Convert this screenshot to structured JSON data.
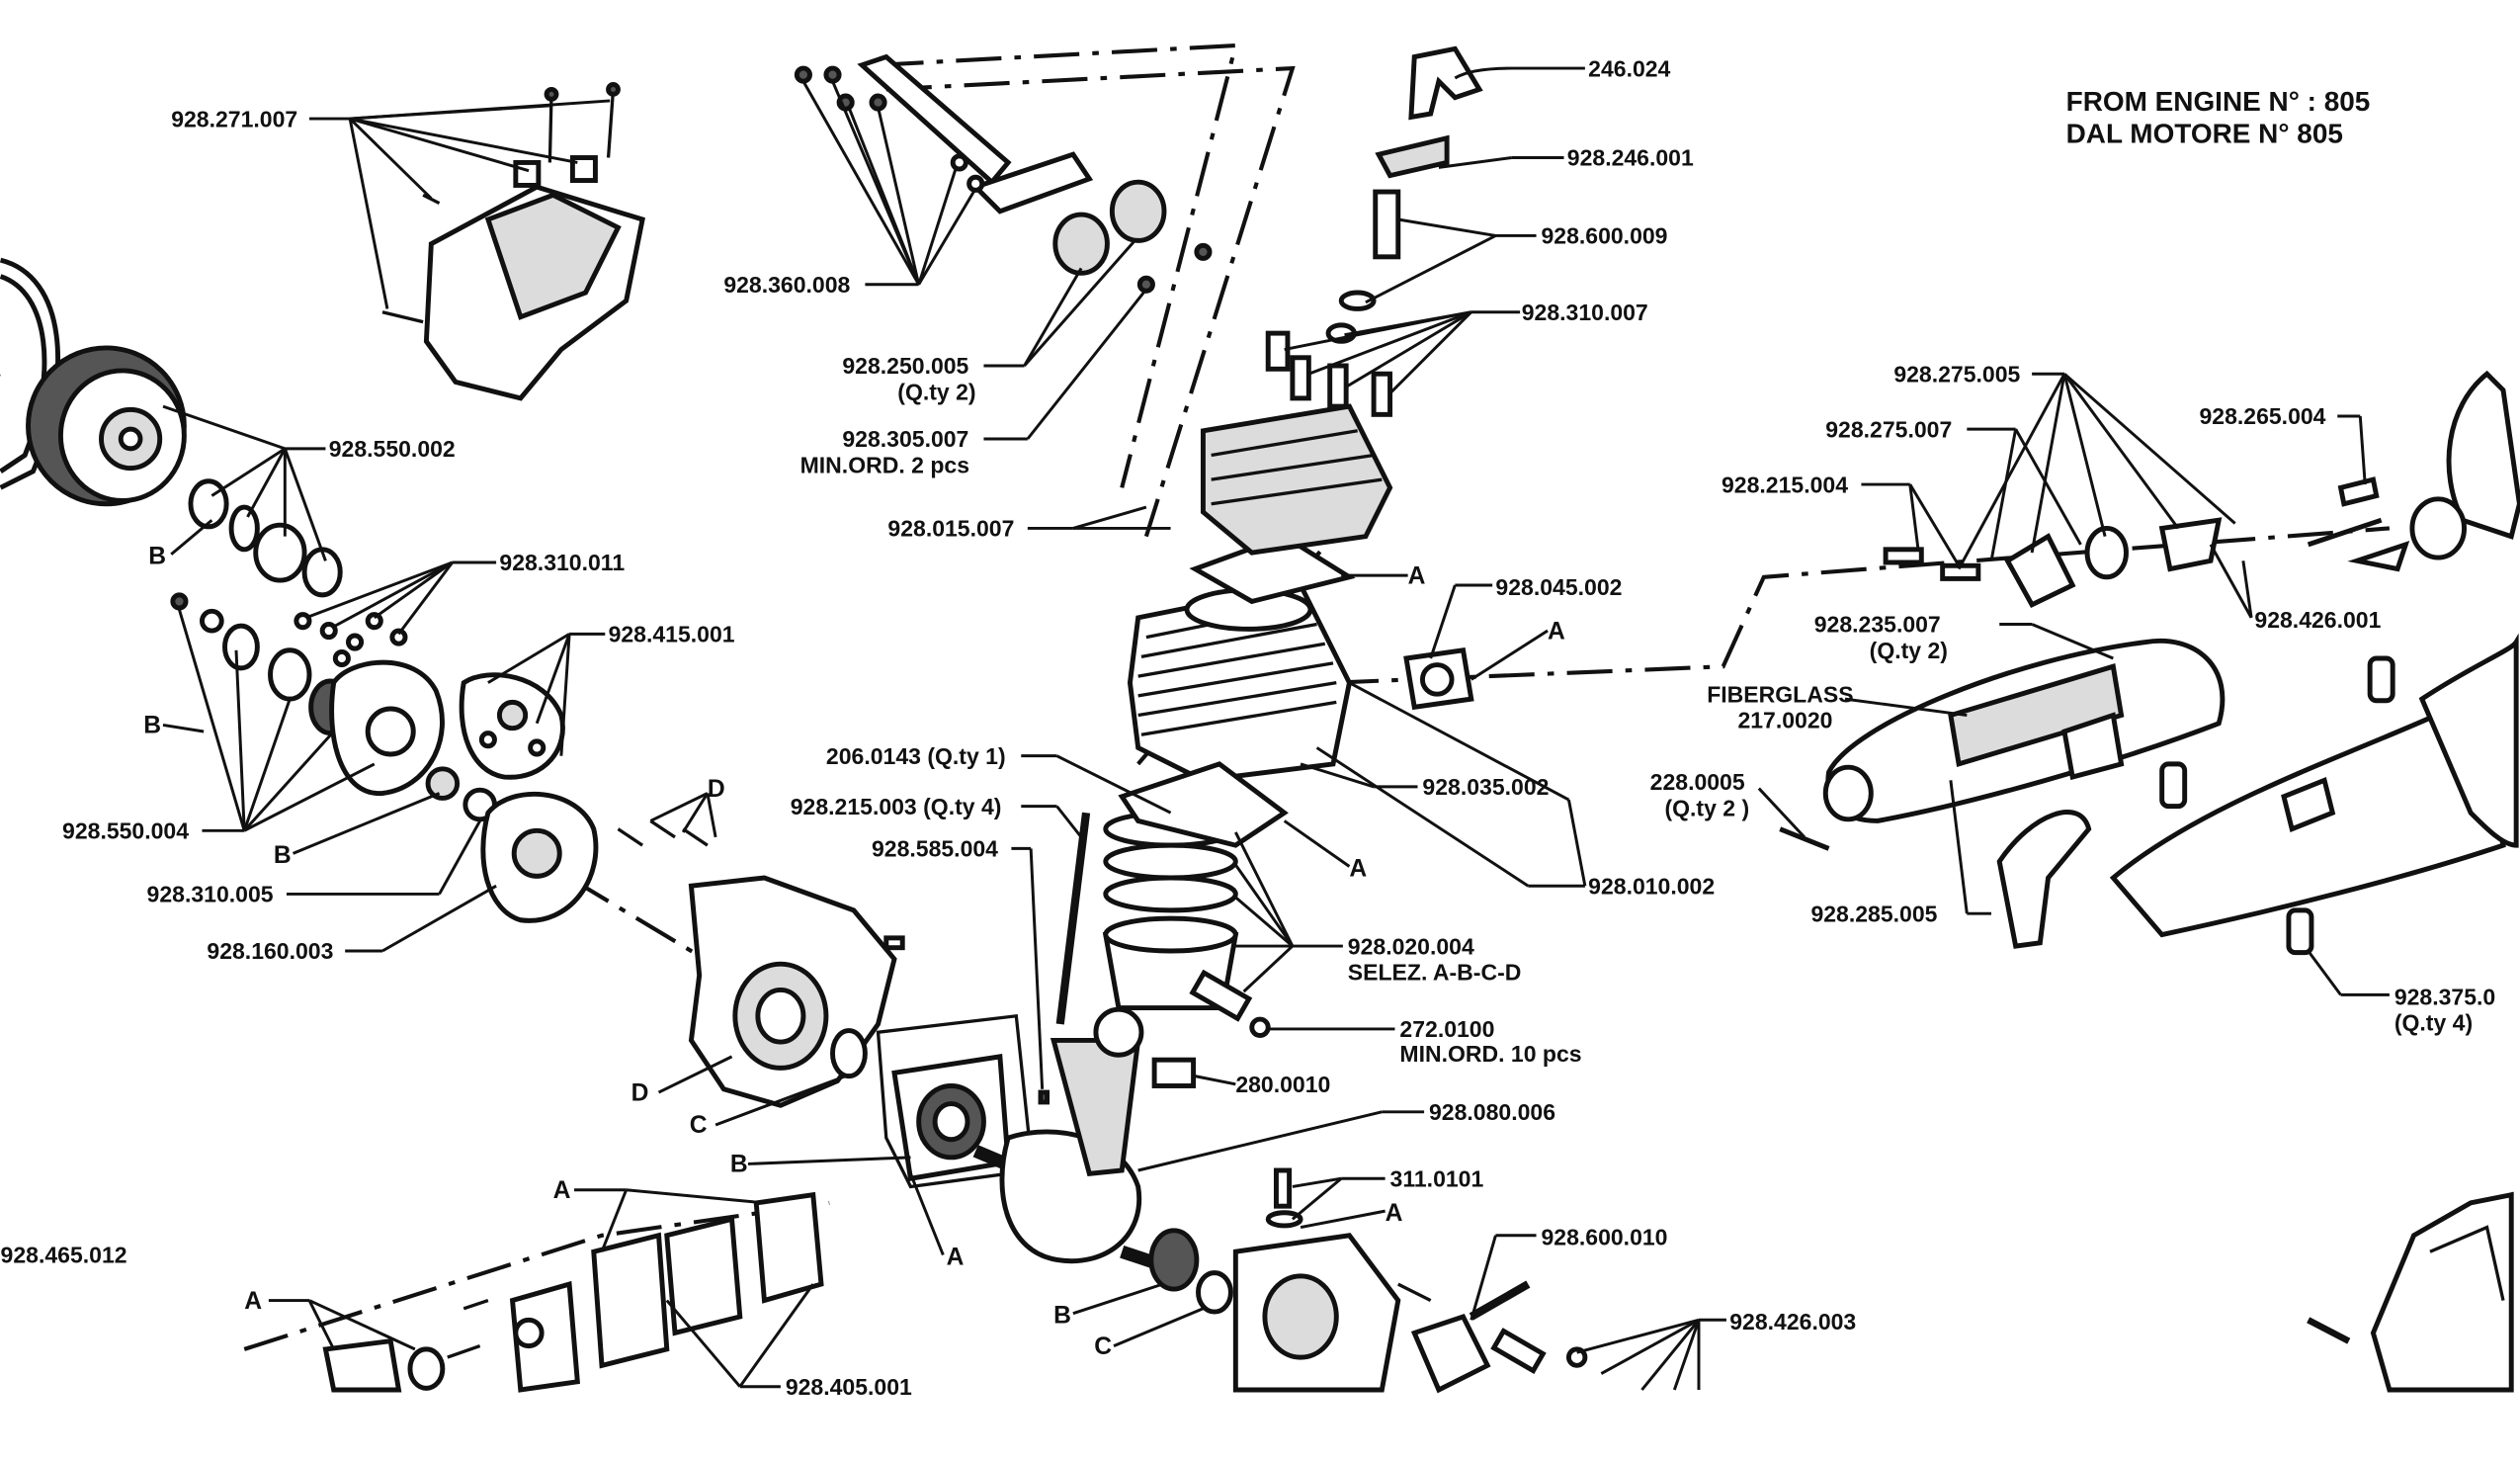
{
  "header": {
    "line1": "FROM ENGINE N° : 805",
    "line2": "DAL MOTORE N° 805"
  },
  "labels": {
    "p_928_271_007": "928.271.007",
    "p_928_360_008": "928.360.008",
    "p_928_250_005": "928.250.005",
    "p_928_250_005_qty": "(Q.ty 2)",
    "p_928_305_007": "928.305.007",
    "p_928_305_007_min": "MIN.ORD. 2 pcs",
    "p_928_015_007": "928.015.007",
    "p_246_024": "246.024",
    "p_928_246_001": "928.246.001",
    "p_928_600_009": "928.600.009",
    "p_928_310_007": "928.310.007",
    "p_928_550_002": "928.550.002",
    "p_928_310_011": "928.310.011",
    "p_928_415_001": "928.415.001",
    "p_928_550_004": "928.550.004",
    "p_928_310_005": "928.310.005",
    "p_928_160_003": "928.160.003",
    "p_928_045_002": "928.045.002",
    "p_928_035_002": "928.035.002",
    "p_928_010_002": "928.010.002",
    "p_206_0143": "206.0143 (Q.ty 1)",
    "p_928_215_003": "928.215.003 (Q.ty 4)",
    "p_928_585_004": "928.585.004",
    "p_928_020_004": "928.020.004",
    "p_928_020_004_selez": "SELEZ. A-B-C-D",
    "p_272_0100": "272.0100",
    "p_272_0100_min": "MIN.ORD.  10 pcs",
    "p_280_0010": "280.0010",
    "p_928_080_006": "928.080.006",
    "p_311_0101": "311.0101",
    "p_928_600_010": "928.600.010",
    "p_928_426_003": "928.426.003",
    "p_928_465_012": "928.465.012",
    "p_928_405_001": "928.405.001",
    "p_928_275_005": "928.275.005",
    "p_928_275_007": "928.275.007",
    "p_928_265_004": "928.265.004",
    "p_928_215_004": "928.215.004",
    "p_928_426_001": "928.426.001",
    "p_928_235_007": "928.235.007",
    "p_928_235_007_qty": "(Q.ty 2)",
    "p_fiberglass": "FIBERGLASS",
    "p_217_0020": "217.0020",
    "p_228_0005": "228.0005",
    "p_228_0005_qty": "(Q.ty 2 )",
    "p_928_285_005": "928.285.005",
    "p_928_375_0": "928.375.0",
    "p_928_375_0_qty": "(Q.ty 4)"
  },
  "letters": {
    "A": "A",
    "B": "B",
    "C": "C",
    "D": "D"
  }
}
